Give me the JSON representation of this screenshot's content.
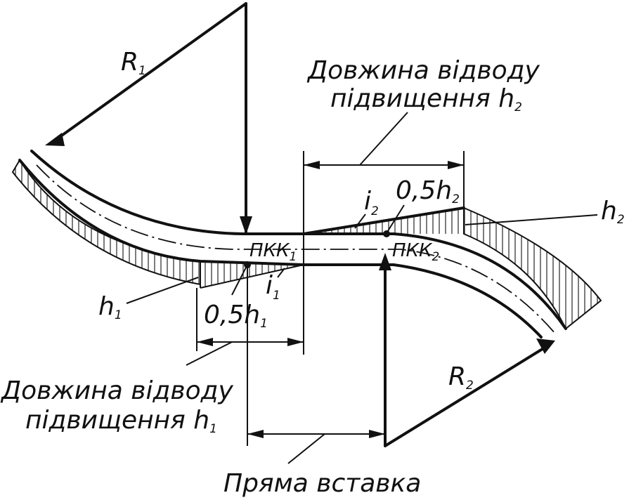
{
  "labels": {
    "r1": "R",
    "r1_sub": "1",
    "r2": "R",
    "r2_sub": "2",
    "top_len_line1": "Довжина відводу",
    "top_len_line2": "підвищення h",
    "top_len_sub": "2",
    "bottom_len_line1": "Довжина відводу",
    "bottom_len_line2": "підвищення h",
    "bottom_len_sub": "1",
    "pkk1": "ПКК",
    "pkk1_sub": "1",
    "pkk2": "ПКК",
    "pkk2_sub": "2",
    "i1": "i",
    "i1_sub": "1",
    "i2": "i",
    "i2_sub": "2",
    "half_h1": "0,5h",
    "half_h1_sub": "1",
    "half_h2": "0,5h",
    "half_h2_sub": "2",
    "h1": "h",
    "h1_sub": "1",
    "h2": "h",
    "h2_sub": "2",
    "straight_insert": "Пряма вставка"
  },
  "colors": {
    "line": "#111111",
    "background": "#ffffff"
  }
}
